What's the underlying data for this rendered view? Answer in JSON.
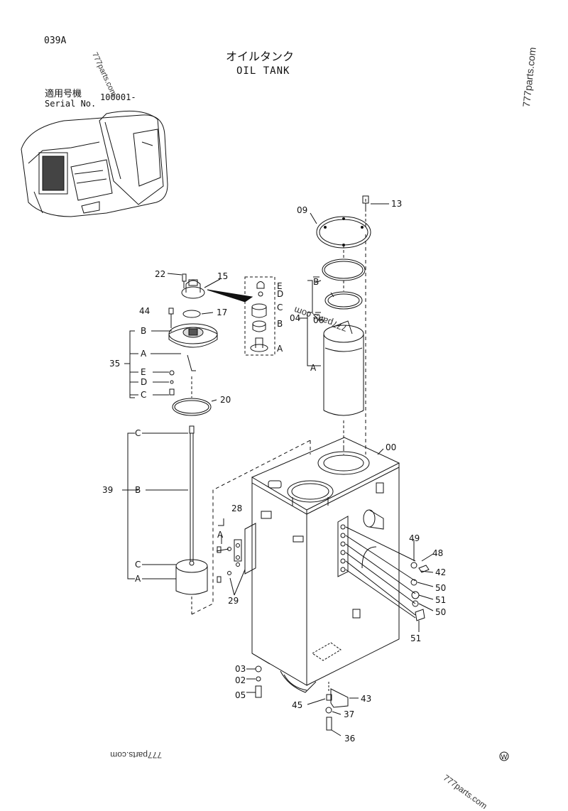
{
  "header": {
    "page_code": "039A",
    "title_jp": "オイルタンク",
    "title_en": "OIL TANK",
    "applicable_label_jp": "適用号機",
    "serial_label": "Serial No.",
    "serial_value": "100001-"
  },
  "watermarks": [
    "777parts.com",
    "777parts.com",
    "777parts.com",
    "777parts.com",
    "777parts.com"
  ],
  "logo_mark": "W",
  "part_labels": {
    "p13": "13",
    "p09": "09",
    "p15": "15",
    "p22": "22",
    "p17": "17",
    "p44": "44",
    "p35": "35",
    "p20": "20",
    "p04": "04",
    "p06": "06",
    "p00": "00",
    "p39": "39",
    "p28": "28",
    "p29": "29",
    "p49": "49",
    "p48": "48",
    "p42": "42",
    "p50a": "50",
    "p51a": "51",
    "p50b": "50",
    "p51b": "51",
    "p03": "03",
    "p02": "02",
    "p05": "05",
    "p45": "45",
    "p43": "43",
    "p37": "37",
    "p36": "36"
  },
  "sub_labels": {
    "A": "A",
    "B": "B",
    "C": "C",
    "D": "D",
    "E": "E"
  }
}
